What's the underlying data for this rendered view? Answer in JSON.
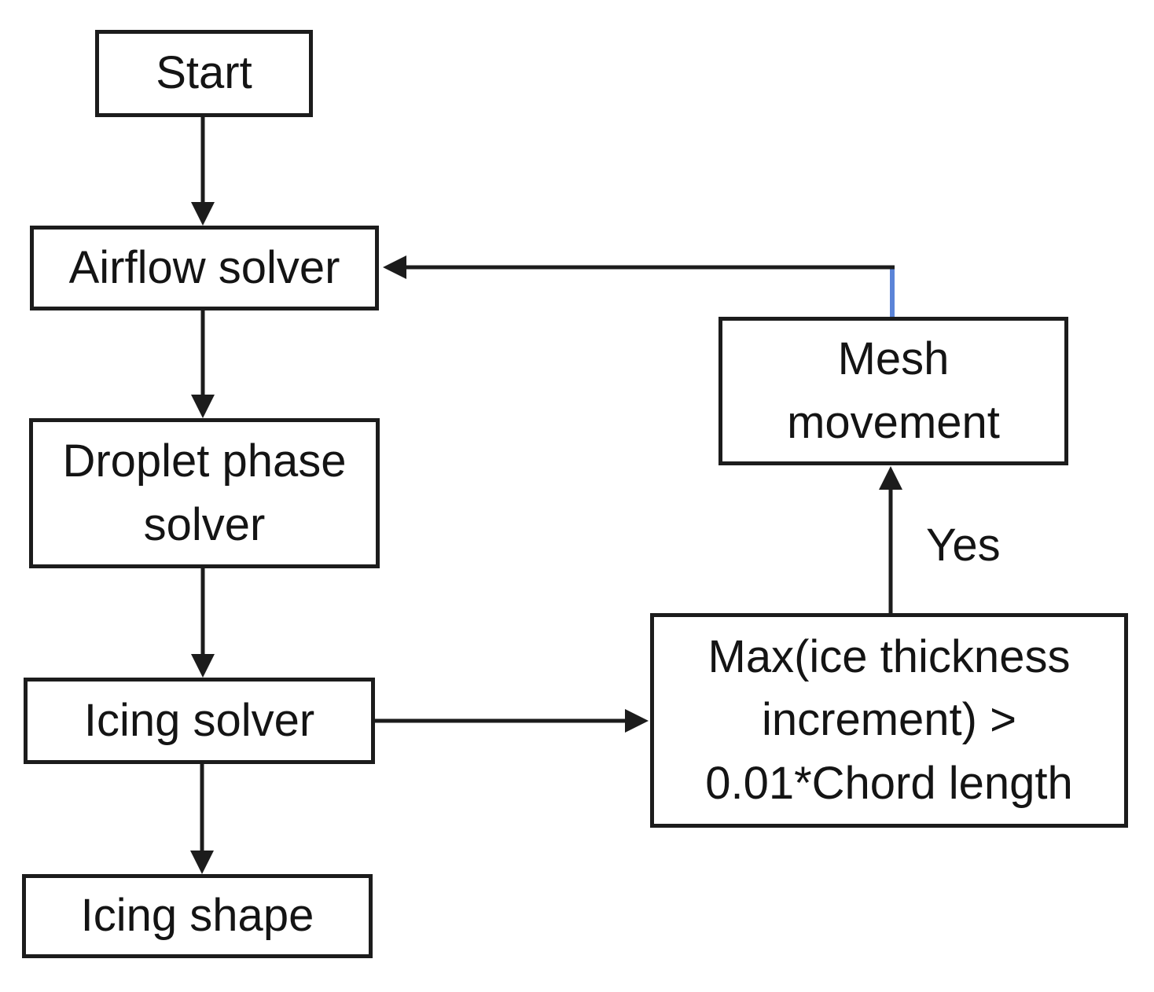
{
  "diagram": {
    "type": "flowchart",
    "nodes": {
      "start": {
        "label": "Start"
      },
      "airflow": {
        "label": "Airflow solver"
      },
      "droplet": {
        "label": "Droplet phase\nsolver"
      },
      "icing_solver": {
        "label": "Icing solver"
      },
      "icing_shape": {
        "label": "Icing shape"
      },
      "mesh": {
        "label": "Mesh\nmovement"
      },
      "decision": {
        "label": "Max(ice thickness\nincrement) >\n0.01*Chord length"
      }
    },
    "edges": [
      {
        "from": "start",
        "to": "airflow",
        "label": ""
      },
      {
        "from": "airflow",
        "to": "droplet",
        "label": ""
      },
      {
        "from": "droplet",
        "to": "icing_solver",
        "label": ""
      },
      {
        "from": "icing_solver",
        "to": "icing_shape",
        "label": ""
      },
      {
        "from": "icing_solver",
        "to": "decision",
        "label": ""
      },
      {
        "from": "decision",
        "to": "mesh",
        "label": "Yes"
      },
      {
        "from": "mesh",
        "to": "airflow",
        "label": ""
      }
    ],
    "colors": {
      "line": "#1c1c1c",
      "box_border": "#1c1c1c",
      "box_fill": "#ffffff",
      "text": "#141414",
      "feedback_blue_segment": "#5b84d8",
      "background": "#ffffff"
    }
  }
}
